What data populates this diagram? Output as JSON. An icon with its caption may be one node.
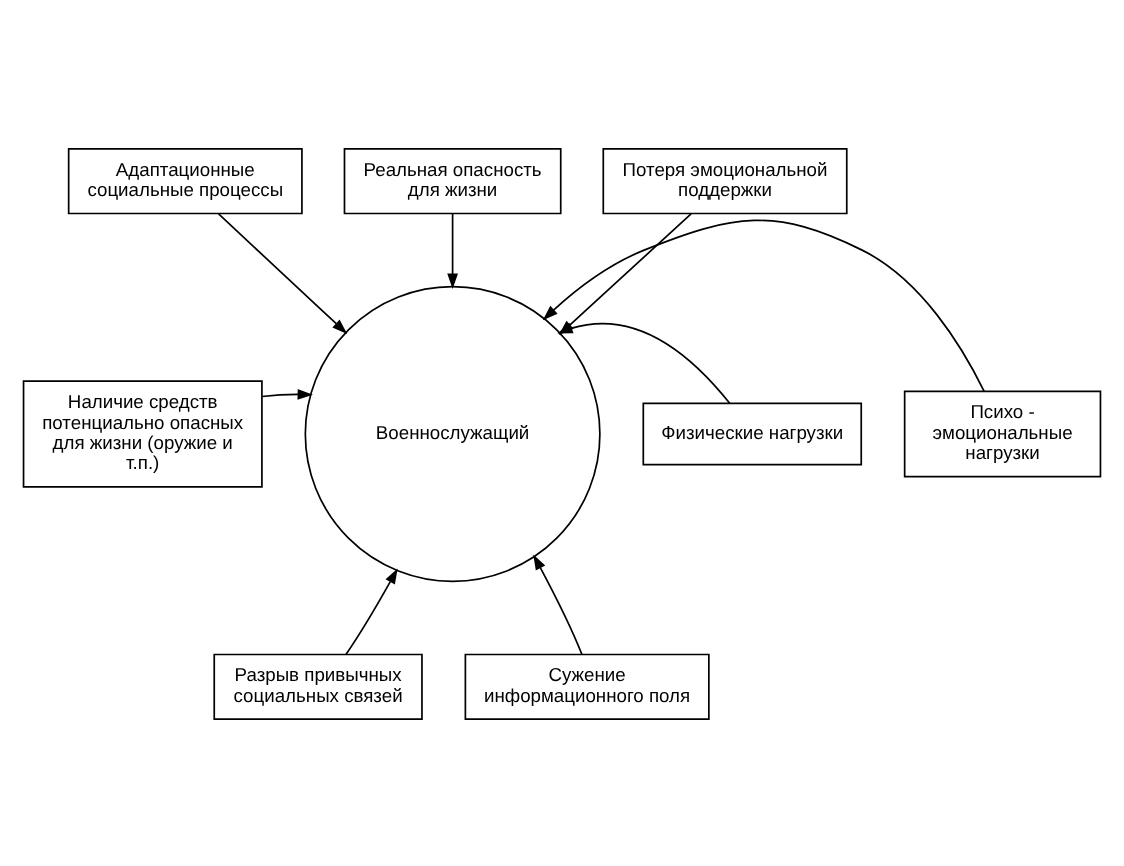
{
  "diagram": {
    "nodes": [
      {
        "text": [
          "Адаптационные социальные процессы"
        ]
      },
      {
        "text": [
          "Реальная опасность для жизни"
        ]
      },
      {
        "text": [
          "Потеря эмоциональной поддержки"
        ]
      },
      {
        "text": [
          "Наличие средств потенциально опасных для жизни (оружие и т.п.)"
        ]
      },
      {
        "text": [
          "Военнослужащий"
        ]
      },
      {
        "text": [
          "Физические нагрузки"
        ]
      },
      {
        "text": [
          "Психо - эмоциональные нагрузки"
        ]
      },
      {
        "text": [
          "Разрыв привычных социальных связей"
        ]
      },
      {
        "text": [
          "Сужение информационного поля"
        ]
      }
    ],
    "edges": [
      {
        "from": 0,
        "to": 4,
        "arrow": "to"
      },
      {
        "from": 1,
        "to": 4,
        "arrow": "to"
      },
      {
        "from": 2,
        "to": 4,
        "arrow": "to"
      },
      {
        "from": 3,
        "to": 4,
        "arrow": "to"
      },
      {
        "from": 5,
        "to": 4,
        "arrow": "to"
      },
      {
        "from": 6,
        "to": 4,
        "arrow": "to"
      },
      {
        "from": 7,
        "to": 4,
        "arrow": "to"
      },
      {
        "from": 8,
        "to": 4,
        "arrow": "to"
      }
    ]
  }
}
